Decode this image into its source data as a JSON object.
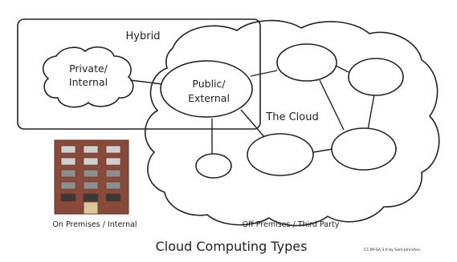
{
  "diagram": {
    "hybrid_label": "Hybrid",
    "private_label_line1": "Private/",
    "private_label_line2": "Internal",
    "public_label_line1": "Public/",
    "public_label_line2": "External",
    "cloud_label": "The Cloud",
    "on_premises_caption": "On Premises / Internal",
    "off_premises_caption": "Off Premises / Third Party",
    "title": "Cloud Computing Types",
    "credit": "CC BY-SA 3.0 by Sam Johnston"
  },
  "colors": {
    "line": "#222222",
    "building_brick": "#8a4a3a",
    "building_dark": "#5e2f24",
    "window_light": "#cfcfcf",
    "window_dark": "#3a3a3a",
    "door": "#d8c89a",
    "background": "#ffffff"
  }
}
